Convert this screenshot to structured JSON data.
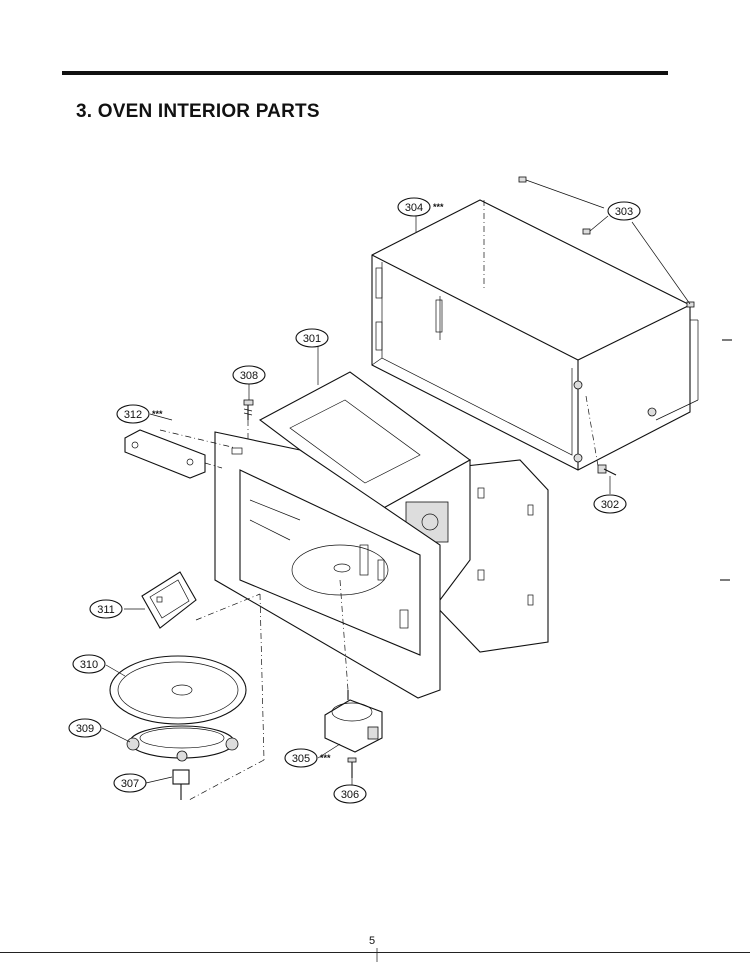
{
  "page": {
    "title": "3. OVEN INTERIOR PARTS",
    "footer_mark": "5"
  },
  "parts": [
    {
      "id": "part-301",
      "number": "301",
      "stars": ""
    },
    {
      "id": "part-302",
      "number": "302",
      "stars": ""
    },
    {
      "id": "part-303",
      "number": "303",
      "stars": ""
    },
    {
      "id": "part-304",
      "number": "304",
      "stars": "***"
    },
    {
      "id": "part-305",
      "number": "305",
      "stars": "***"
    },
    {
      "id": "part-306",
      "number": "306",
      "stars": ""
    },
    {
      "id": "part-307",
      "number": "307",
      "stars": ""
    },
    {
      "id": "part-308",
      "number": "308",
      "stars": ""
    },
    {
      "id": "part-309",
      "number": "309",
      "stars": ""
    },
    {
      "id": "part-310",
      "number": "310",
      "stars": ""
    },
    {
      "id": "part-311",
      "number": "311",
      "stars": ""
    },
    {
      "id": "part-312",
      "number": "312",
      "stars": "***"
    }
  ]
}
